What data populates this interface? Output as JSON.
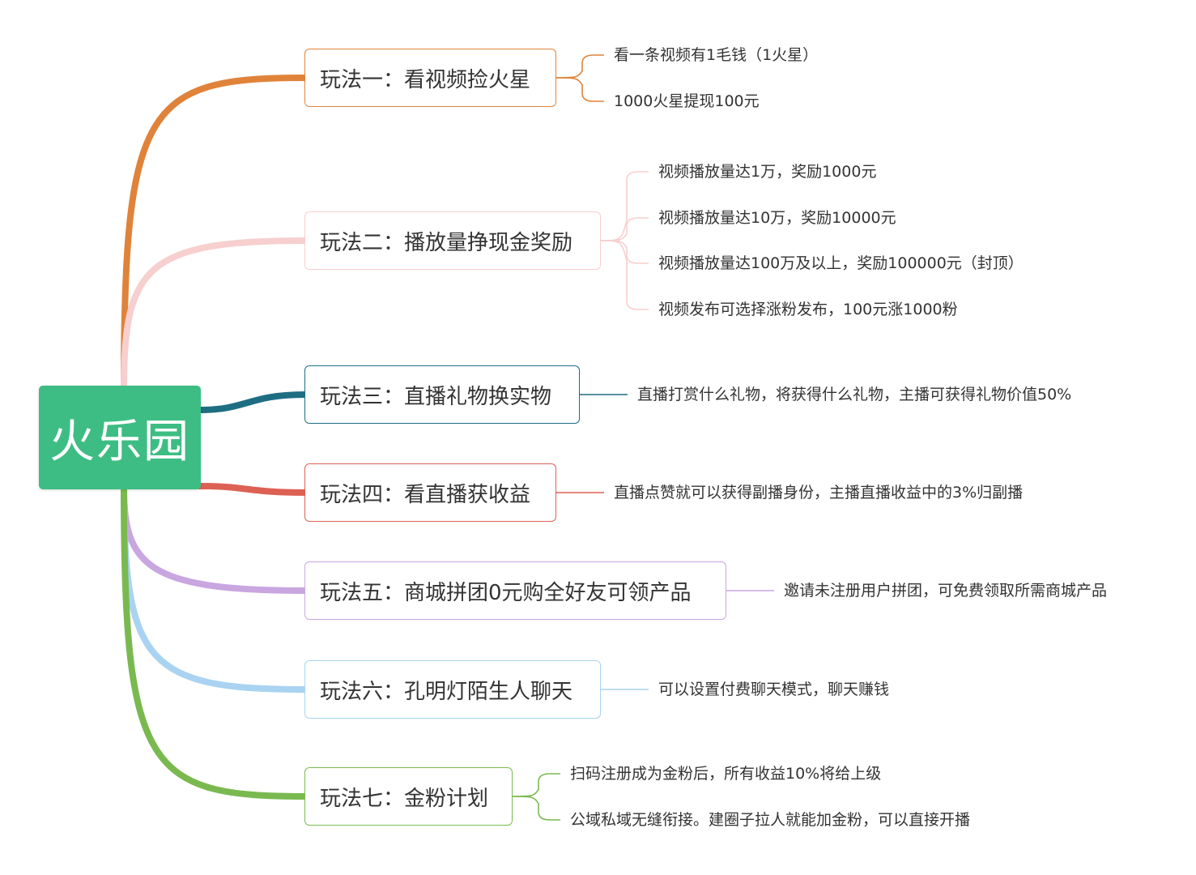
{
  "root": {
    "label": "火乐园",
    "color": "#3dbd84"
  },
  "branches": [
    {
      "label": "玩法一：看视频捡火星",
      "color": "#e0833a",
      "children": [
        "看一条视频有1毛钱（1火星）",
        "1000火星提现100元"
      ]
    },
    {
      "label": "玩法二：播放量挣现金奖励",
      "color": "#f7cfcf",
      "children": [
        "视频播放量达1万，奖励1000元",
        "视频播放量达10万，奖励10000元",
        "视频播放量达100万及以上，奖励100000元（封顶）",
        "视频发布可选择涨粉发布，100元涨1000粉"
      ]
    },
    {
      "label": "玩法三：直播礼物换实物",
      "color": "#1e6e83",
      "children": [
        "直播打赏什么礼物，将获得什么礼物，主播可获得礼物价值50%"
      ]
    },
    {
      "label": "玩法四：看直播获收益",
      "color": "#dd6153",
      "children": [
        "直播点赞就可以获得副播身份，主播直播收益中的3%归副播"
      ]
    },
    {
      "label": "玩法五：商城拼团0元购全好友可领产品",
      "color": "#c9a6e0",
      "children": [
        "邀请未注册用户拼团，可免费领取所需商城产品"
      ]
    },
    {
      "label": "玩法六：孔明灯陌生人聊天",
      "color": "#a9d3f1",
      "children": [
        "可以设置付费聊天模式，聊天赚钱"
      ]
    },
    {
      "label": "玩法七：金粉计划",
      "color": "#7ab950",
      "children": [
        "扫码注册成为金粉后，所有收益10%将给上级",
        "公域私域无缝衔接。建圈子拉人就能加金粉，可以直接开播"
      ]
    }
  ]
}
